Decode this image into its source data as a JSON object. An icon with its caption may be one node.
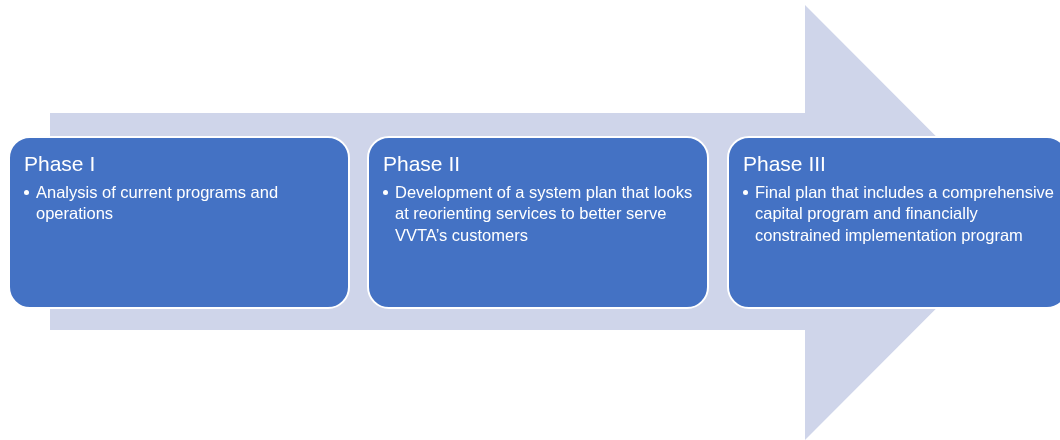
{
  "diagram": {
    "nodes": [
      {
        "text": [
          "Phase I",
          "Analysis of current programs and operations"
        ]
      },
      {
        "text": [
          "Phase II",
          "Development of a system plan that looks at reorienting services to better serve VVTA’s customers"
        ]
      },
      {
        "text": [
          "Phase III",
          "Final plan that includes a comprehensive capital program and financially constrained implementation program"
        ]
      }
    ],
    "edges": [
      {
        "from": 0,
        "to": 2,
        "arrow": "to"
      }
    ]
  }
}
